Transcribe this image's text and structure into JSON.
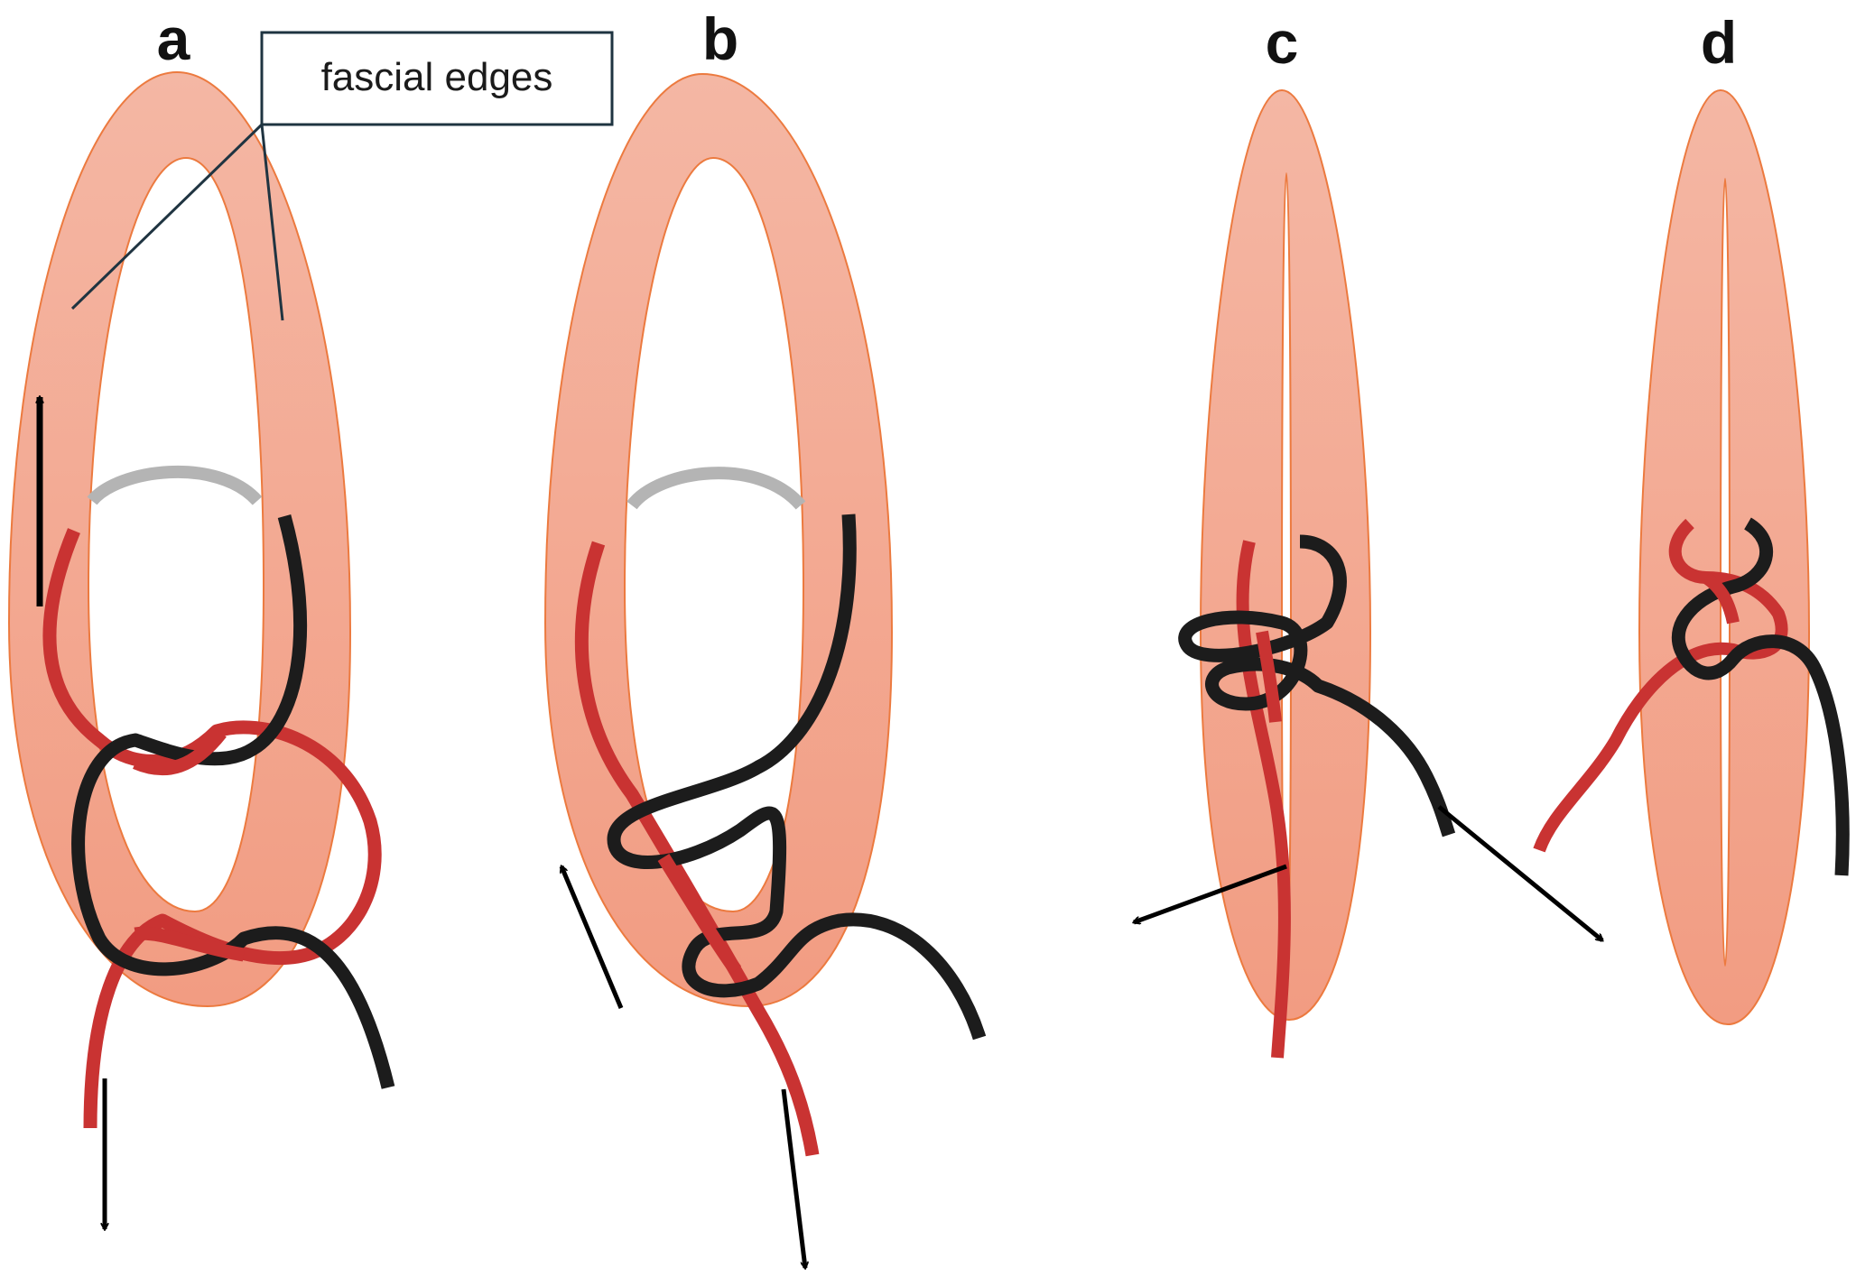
{
  "colors": {
    "tissue_fill": "#f3b09c",
    "tissue_stroke": "#ec7a3f",
    "suture_red": "#c93332",
    "suture_red_dark": "#8e1f1f",
    "suture_black": "#1c1c1c",
    "needle_gray": "#b4b4b4",
    "callout_border": "#1f3441",
    "arrow": "#000000"
  },
  "panels": {
    "a": {
      "letter": "a"
    },
    "b": {
      "letter": "b"
    },
    "c": {
      "letter": "c"
    },
    "d": {
      "letter": "d"
    }
  },
  "callout": {
    "label": "fascial edges"
  }
}
